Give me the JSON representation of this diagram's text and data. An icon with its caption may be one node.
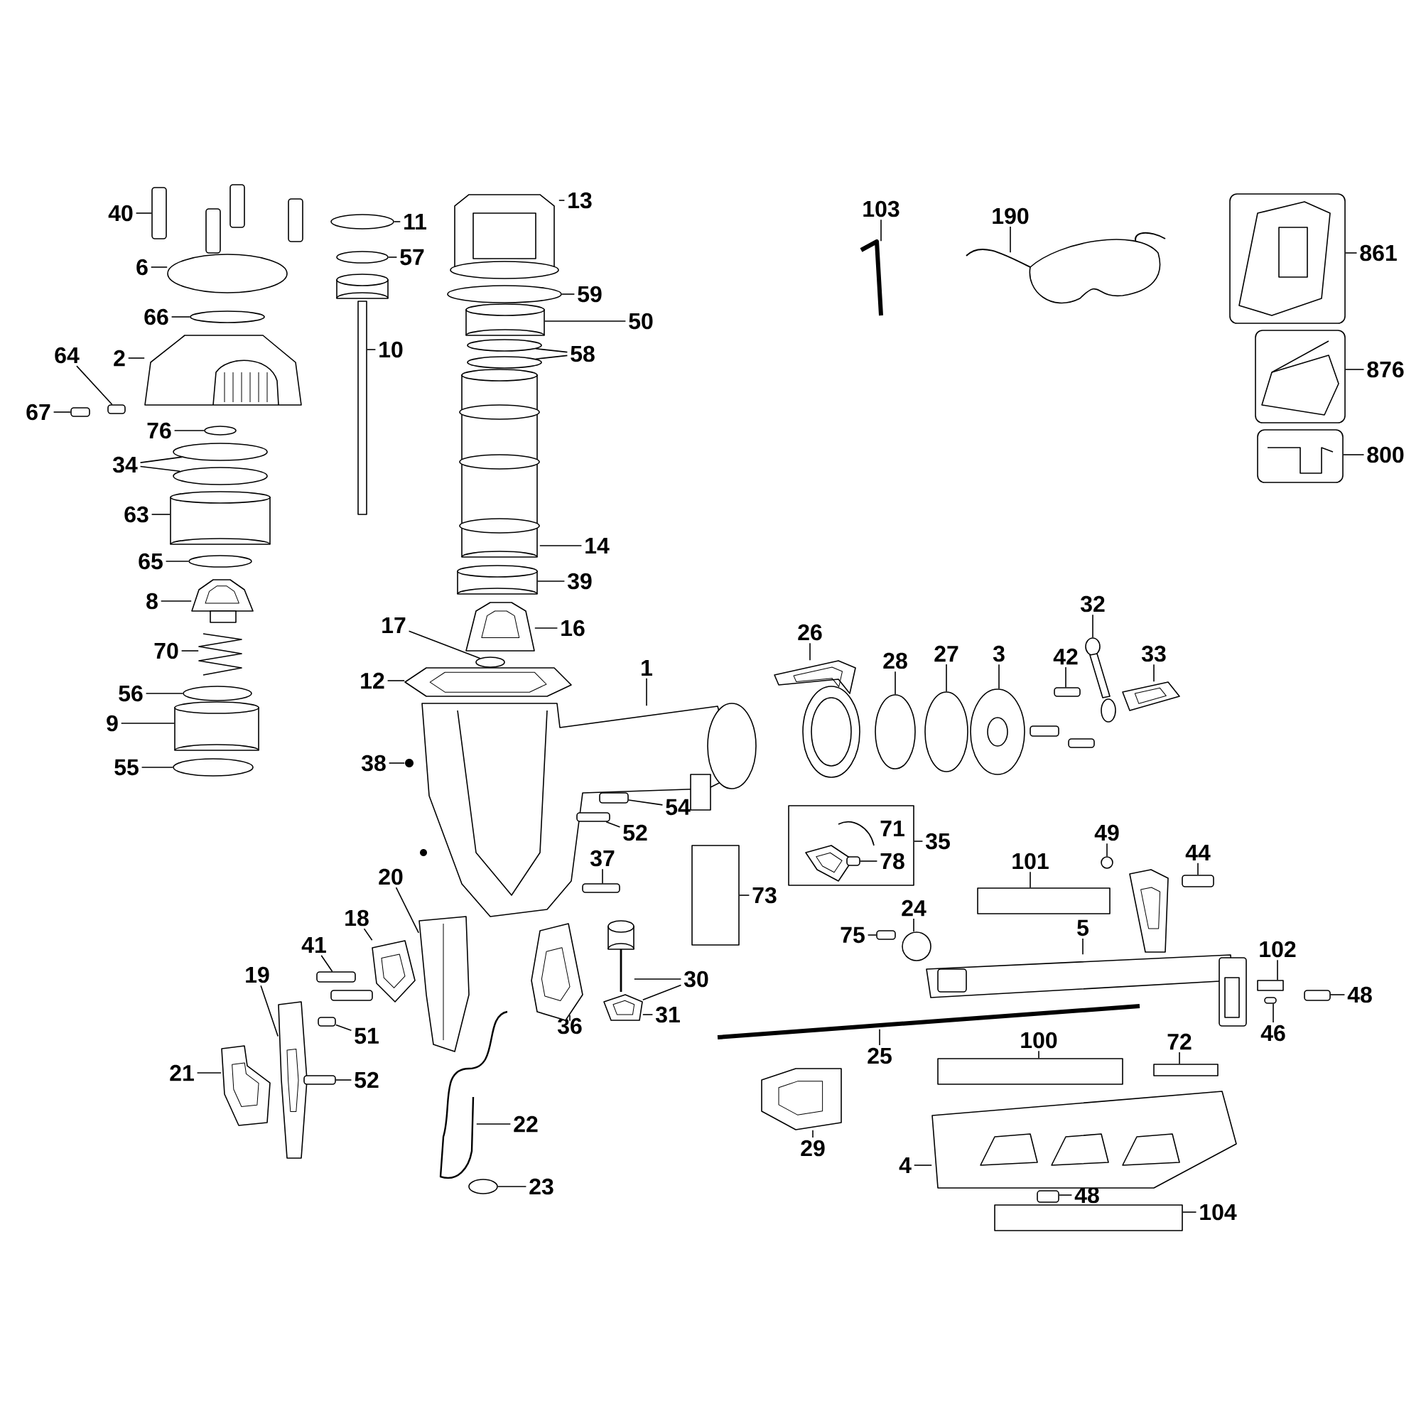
{
  "diagram": {
    "nodes": [
      {
        "text": [
          "40"
        ]
      },
      {
        "text": [
          "6"
        ]
      },
      {
        "text": [
          "66"
        ]
      },
      {
        "text": [
          "64"
        ]
      },
      {
        "text": [
          "2"
        ]
      },
      {
        "text": [
          "67"
        ]
      },
      {
        "text": [
          "76"
        ]
      },
      {
        "text": [
          "34"
        ]
      },
      {
        "text": [
          "63"
        ]
      },
      {
        "text": [
          "65"
        ]
      },
      {
        "text": [
          "8"
        ]
      },
      {
        "text": [
          "70"
        ]
      },
      {
        "text": [
          "56"
        ]
      },
      {
        "text": [
          "9"
        ]
      },
      {
        "text": [
          "55"
        ]
      },
      {
        "text": [
          "11"
        ]
      },
      {
        "text": [
          "57"
        ]
      },
      {
        "text": [
          "10"
        ]
      },
      {
        "text": [
          "13"
        ]
      },
      {
        "text": [
          "59"
        ]
      },
      {
        "text": [
          "50"
        ]
      },
      {
        "text": [
          "58"
        ]
      },
      {
        "text": [
          "14"
        ]
      },
      {
        "text": [
          "39"
        ]
      },
      {
        "text": [
          "16"
        ]
      },
      {
        "text": [
          "17"
        ]
      },
      {
        "text": [
          "12"
        ]
      },
      {
        "text": [
          "1"
        ]
      },
      {
        "text": [
          "38"
        ]
      },
      {
        "text": [
          "54"
        ]
      },
      {
        "text": [
          "52"
        ]
      },
      {
        "text": [
          "37"
        ]
      },
      {
        "text": [
          "20"
        ]
      },
      {
        "text": [
          "18"
        ]
      },
      {
        "text": [
          "41"
        ]
      },
      {
        "text": [
          "19"
        ]
      },
      {
        "text": [
          "51"
        ]
      },
      {
        "text": [
          "21"
        ]
      },
      {
        "text": [
          "52"
        ]
      },
      {
        "text": [
          "22"
        ]
      },
      {
        "text": [
          "23"
        ]
      },
      {
        "text": [
          "36"
        ]
      },
      {
        "text": [
          "30"
        ]
      },
      {
        "text": [
          "31"
        ]
      },
      {
        "text": [
          "103"
        ]
      },
      {
        "text": [
          "190"
        ]
      },
      {
        "text": [],
        "shape": "box"
      },
      {
        "text": [
          "861"
        ]
      },
      {
        "text": [],
        "shape": "box"
      },
      {
        "text": [
          "876"
        ]
      },
      {
        "text": [],
        "shape": "box"
      },
      {
        "text": [
          "800"
        ]
      },
      {
        "text": [
          "26"
        ]
      },
      {
        "text": [
          "28"
        ]
      },
      {
        "text": [
          "27"
        ]
      },
      {
        "text": [
          "3"
        ]
      },
      {
        "text": [
          "32"
        ]
      },
      {
        "text": [
          "42"
        ]
      },
      {
        "text": [
          "33"
        ]
      },
      {
        "text": [],
        "shape": "box"
      },
      {
        "text": [
          "71"
        ],
        "in": 59
      },
      {
        "text": [
          "78"
        ],
        "in": 59
      },
      {
        "text": [
          "35"
        ]
      },
      {
        "text": [
          "73"
        ]
      },
      {
        "text": [
          "49"
        ]
      },
      {
        "text": [
          "101"
        ]
      },
      {
        "text": [
          "44"
        ]
      },
      {
        "text": [
          "24"
        ]
      },
      {
        "text": [
          "75"
        ]
      },
      {
        "text": [
          "5"
        ]
      },
      {
        "text": [
          "102"
        ]
      },
      {
        "text": [
          "48"
        ]
      },
      {
        "text": [
          "46"
        ]
      },
      {
        "text": [
          "25"
        ]
      },
      {
        "text": [
          "100"
        ]
      },
      {
        "text": [
          "72"
        ]
      },
      {
        "text": [
          "29"
        ]
      },
      {
        "text": [
          "4"
        ]
      },
      {
        "text": [
          "48"
        ]
      },
      {
        "text": [
          "104"
        ]
      },
      {
        "text": [],
        "shape": "bar"
      },
      {
        "text": [],
        "shape": "bar"
      },
      {
        "text": [],
        "shape": "bar"
      },
      {
        "text": [],
        "shape": "bar"
      },
      {
        "text": [],
        "shape": "ellipse"
      },
      {
        "text": [],
        "shape": "ellipse"
      },
      {
        "text": [],
        "shape": "picture"
      },
      {
        "text": [],
        "shape": "bar"
      },
      {
        "text": [],
        "shape": "bar"
      },
      {
        "text": [],
        "shape": "ellipse"
      },
      {
        "text": [],
        "shape": "ellipse"
      },
      {
        "text": [],
        "shape": "ellipse"
      },
      {
        "text": [],
        "shape": "picture"
      },
      {
        "text": [],
        "shape": "ellipse"
      },
      {
        "text": [],
        "shape": "picture"
      },
      {
        "text": [],
        "shape": "picture"
      },
      {
        "text": [],
        "shape": "ellipse"
      },
      {
        "text": [],
        "shape": "picture"
      },
      {
        "text": [],
        "shape": "ellipse"
      },
      {
        "text": [],
        "shape": "ellipse"
      },
      {
        "text": [],
        "shape": "ellipse"
      },
      {
        "text": [],
        "shape": "picture"
      },
      {
        "text": [],
        "shape": "picture"
      },
      {
        "text": [],
        "shape": "ellipse"
      },
      {
        "text": [],
        "shape": "picture"
      },
      {
        "text": [],
        "shape": "ellipse"
      },
      {
        "text": [],
        "shape": "ellipse"
      },
      {
        "text": [],
        "shape": "picture"
      },
      {
        "text": [],
        "shape": "picture"
      },
      {
        "text": [],
        "shape": "picture"
      },
      {
        "text": [],
        "shape": "ellipse"
      },
      {
        "text": [],
        "shape": "picture"
      },
      {
        "text": [],
        "shape": "picture"
      },
      {
        "text": [],
        "shape": "dot"
      },
      {
        "text": [],
        "shape": "bar"
      },
      {
        "text": [],
        "shape": "bar"
      },
      {
        "text": [],
        "shape": "bar"
      },
      {
        "text": [],
        "shape": "picture"
      },
      {
        "text": [],
        "shape": "picture"
      },
      {
        "text": [],
        "shape": "bar"
      },
      {
        "text": [],
        "shape": "bar"
      },
      {
        "text": [],
        "shape": "picture"
      },
      {
        "text": [],
        "shape": "bar"
      },
      {
        "text": [],
        "shape": "picture"
      },
      {
        "text": [],
        "shape": "bar"
      },
      {
        "text": [],
        "shape": "picture"
      },
      {
        "text": [],
        "shape": "ellipse"
      },
      {
        "text": [],
        "shape": "picture"
      },
      {
        "text": [],
        "shape": "picture"
      },
      {
        "text": [],
        "shape": "picture"
      },
      {
        "text": [],
        "shape": "box"
      },
      {
        "text": [],
        "shape": "picture",
        "in": 59
      },
      {
        "text": [],
        "shape": "picture",
        "in": 59
      },
      {
        "text": [],
        "shape": "bar",
        "in": 59
      },
      {
        "text": [],
        "shape": "picture"
      },
      {
        "text": [],
        "shape": "ellipse"
      },
      {
        "text": [],
        "shape": "ellipse"
      },
      {
        "text": [],
        "shape": "picture"
      },
      {
        "text": [],
        "shape": "bar"
      },
      {
        "text": [],
        "shape": "bar"
      },
      {
        "text": [],
        "shape": "bar"
      },
      {
        "text": [],
        "shape": "picture"
      },
      {
        "text": [],
        "shape": "picture"
      },
      {
        "text": [],
        "shape": "circle"
      },
      {
        "text": [],
        "shape": "bar"
      },
      {
        "text": [],
        "shape": "box"
      },
      {
        "text": [],
        "shape": "circle"
      },
      {
        "text": [],
        "shape": "bar"
      },
      {
        "text": [],
        "shape": "picture"
      },
      {
        "text": [],
        "shape": "box"
      },
      {
        "text": [],
        "shape": "bar"
      },
      {
        "text": [],
        "shape": "bar"
      },
      {
        "text": [],
        "shape": "picture"
      },
      {
        "text": [],
        "shape": "box"
      },
      {
        "text": [],
        "shape": "box"
      },
      {
        "text": [],
        "shape": "picture"
      },
      {
        "text": [],
        "shape": "picture"
      },
      {
        "text": [],
        "shape": "bar"
      },
      {
        "text": [],
        "shape": "box"
      },
      {
        "text": [],
        "shape": "picture"
      },
      {
        "text": [],
        "shape": "picture"
      },
      {
        "text": [],
        "shape": "picture",
        "in": 46
      },
      {
        "text": [],
        "shape": "picture",
        "in": 48
      },
      {
        "text": [],
        "shape": "picture",
        "in": 50
      },
      {
        "text": [],
        "shape": "picture"
      }
    ],
    "edges": [
      {
        "from": 0,
        "to": 80,
        "arrow": "none"
      },
      {
        "from": 1,
        "to": 84,
        "arrow": "none"
      },
      {
        "from": 2,
        "to": 85,
        "arrow": "none"
      },
      {
        "from": 3,
        "to": 87,
        "arrow": "none"
      },
      {
        "from": 4,
        "to": 86,
        "arrow": "none"
      },
      {
        "from": 5,
        "to": 88,
        "arrow": "none"
      },
      {
        "from": 6,
        "to": 89,
        "arrow": "none"
      },
      {
        "from": 7,
        "to": 90,
        "arrow": "none"
      },
      {
        "from": 7,
        "to": 91,
        "arrow": "none"
      },
      {
        "from": 8,
        "to": 92,
        "arrow": "none"
      },
      {
        "from": 9,
        "to": 93,
        "arrow": "none"
      },
      {
        "from": 10,
        "to": 94,
        "arrow": "none"
      },
      {
        "from": 11,
        "to": 95,
        "arrow": "none"
      },
      {
        "from": 12,
        "to": 96,
        "arrow": "none"
      },
      {
        "from": 13,
        "to": 97,
        "arrow": "none"
      },
      {
        "from": 14,
        "to": 98,
        "arrow": "none"
      },
      {
        "from": 15,
        "to": 99,
        "arrow": "none"
      },
      {
        "from": 16,
        "to": 100,
        "arrow": "none"
      },
      {
        "from": 17,
        "to": 101,
        "arrow": "none"
      },
      {
        "from": 18,
        "to": 102,
        "arrow": "none"
      },
      {
        "from": 19,
        "to": 103,
        "arrow": "none"
      },
      {
        "from": 20,
        "to": 104,
        "arrow": "none"
      },
      {
        "from": 21,
        "to": 105,
        "arrow": "none"
      },
      {
        "from": 21,
        "to": 106,
        "arrow": "none"
      },
      {
        "from": 22,
        "to": 107,
        "arrow": "none"
      },
      {
        "from": 23,
        "to": 108,
        "arrow": "none"
      },
      {
        "from": 24,
        "to": 109,
        "arrow": "none"
      },
      {
        "from": 25,
        "to": 110,
        "arrow": "none"
      },
      {
        "from": 26,
        "to": 111,
        "arrow": "none"
      },
      {
        "from": 27,
        "to": 112,
        "arrow": "none"
      },
      {
        "from": 28,
        "to": 113,
        "arrow": "none"
      },
      {
        "from": 29,
        "to": 114,
        "arrow": "none"
      },
      {
        "from": 30,
        "to": 115,
        "arrow": "none"
      },
      {
        "from": 31,
        "to": 116,
        "arrow": "none"
      },
      {
        "from": 32,
        "to": 117,
        "arrow": "none"
      },
      {
        "from": 33,
        "to": 118,
        "arrow": "none"
      },
      {
        "from": 34,
        "to": 119,
        "arrow": "none"
      },
      {
        "from": 35,
        "to": 121,
        "arrow": "none"
      },
      {
        "from": 36,
        "to": 122,
        "arrow": "none"
      },
      {
        "from": 37,
        "to": 123,
        "arrow": "none"
      },
      {
        "from": 38,
        "to": 124,
        "arrow": "none"
      },
      {
        "from": 39,
        "to": 125,
        "arrow": "none"
      },
      {
        "from": 40,
        "to": 126,
        "arrow": "none"
      },
      {
        "from": 41,
        "to": 127,
        "arrow": "none"
      },
      {
        "from": 42,
        "to": 128,
        "arrow": "none"
      },
      {
        "from": 42,
        "to": 129,
        "arrow": "none"
      },
      {
        "from": 43,
        "to": 129,
        "arrow": "none"
      },
      {
        "from": 44,
        "to": 159,
        "arrow": "none"
      },
      {
        "from": 45,
        "to": 160,
        "arrow": "none"
      },
      {
        "from": 47,
        "to": 46,
        "arrow": "none"
      },
      {
        "from": 49,
        "to": 48,
        "arrow": "none"
      },
      {
        "from": 51,
        "to": 50,
        "arrow": "none"
      },
      {
        "from": 52,
        "to": 134,
        "arrow": "none"
      },
      {
        "from": 53,
        "to": 135,
        "arrow": "none"
      },
      {
        "from": 54,
        "to": 136,
        "arrow": "none"
      },
      {
        "from": 55,
        "to": 137,
        "arrow": "none"
      },
      {
        "from": 56,
        "to": 141,
        "arrow": "none"
      },
      {
        "from": 57,
        "to": 139,
        "arrow": "none"
      },
      {
        "from": 58,
        "to": 142,
        "arrow": "none"
      },
      {
        "from": 62,
        "to": 59,
        "arrow": "none"
      },
      {
        "from": 61,
        "to": 133,
        "arrow": "none"
      },
      {
        "from": 63,
        "to": 130,
        "arrow": "none"
      },
      {
        "from": 64,
        "to": 146,
        "arrow": "none"
      },
      {
        "from": 65,
        "to": 145,
        "arrow": "none"
      },
      {
        "from": 66,
        "to": 147,
        "arrow": "none"
      },
      {
        "from": 67,
        "to": 143,
        "arrow": "none"
      },
      {
        "from": 68,
        "to": 144,
        "arrow": "none"
      },
      {
        "from": 69,
        "to": 148,
        "arrow": "none"
      },
      {
        "from": 70,
        "to": 149,
        "arrow": "none"
      },
      {
        "from": 71,
        "to": 151,
        "arrow": "none"
      },
      {
        "from": 72,
        "to": 150,
        "arrow": "none"
      },
      {
        "from": 73,
        "to": 152,
        "arrow": "none"
      },
      {
        "from": 74,
        "to": 153,
        "arrow": "none"
      },
      {
        "from": 75,
        "to": 154,
        "arrow": "none"
      },
      {
        "from": 76,
        "to": 155,
        "arrow": "none"
      },
      {
        "from": 77,
        "to": 156,
        "arrow": "none"
      },
      {
        "from": 78,
        "to": 157,
        "arrow": "none"
      },
      {
        "from": 79,
        "to": 158,
        "arrow": "none"
      }
    ]
  }
}
